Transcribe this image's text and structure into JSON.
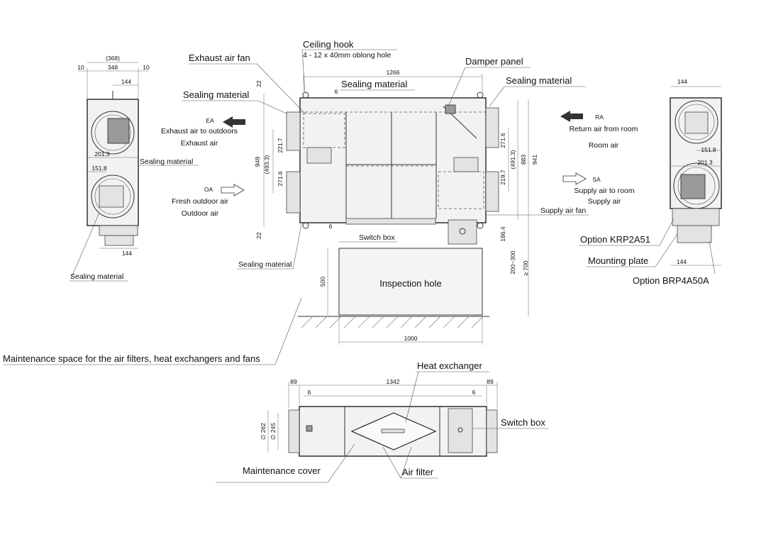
{
  "labels": {
    "ceiling_hook": "Ceiling hook",
    "oblong_hole": "4 - 12 x 40mm oblong hole",
    "exhaust_air_fan": "Exhaust air fan",
    "damper_panel": "Damper panel",
    "sealing_material": "Sealing material",
    "ea": "EA",
    "exhaust_to_outdoors": "Exhaust air to outdoors",
    "exhaust_air": "Exhaust air",
    "oa": "OA",
    "fresh_outdoor_air": "Fresh outdoor air",
    "outdoor_air": "Outdoor air",
    "ra": "RA",
    "return_air_from_room": "Return air from room",
    "room_air": "Room air",
    "sa": "SA",
    "supply_air_to_room": "Supply air to room",
    "supply_air": "Supply air",
    "supply_air_fan": "Supply air fan",
    "switch_box": "Switch box",
    "inspection_hole": "Inspection hole",
    "option_krp": "Option KRP2A51",
    "mounting_plate": "Mounting plate",
    "option_brp": "Option BRP4A50A",
    "maintenance_space": "Maintenance space for the air filters, heat exchangers and fans",
    "heat_exchanger": "Heat exchanger",
    "maintenance_cover": "Maintenance cover",
    "air_filter": "Air filter"
  },
  "dims": {
    "d368": "(368)",
    "d10a": "10",
    "d348": "348",
    "d10b": "10",
    "d144": "144",
    "d2013": "201.3",
    "d1518": "151.8",
    "d1266": "1266",
    "d22": "22",
    "d6": "6",
    "d949": "949",
    "d4933": "(493.3)",
    "d2217": "221.7",
    "d2716": "271.6",
    "d2197": "219.7",
    "d883": "883",
    "d941": "941",
    "d1864": "186.4",
    "d200300": "200~300",
    "d700": "≥ 700",
    "d500": "500",
    "d1000": "1000",
    "d89": "89",
    "d1342": "1342",
    "d262": "∅ 262",
    "d245": "∅ 245"
  }
}
